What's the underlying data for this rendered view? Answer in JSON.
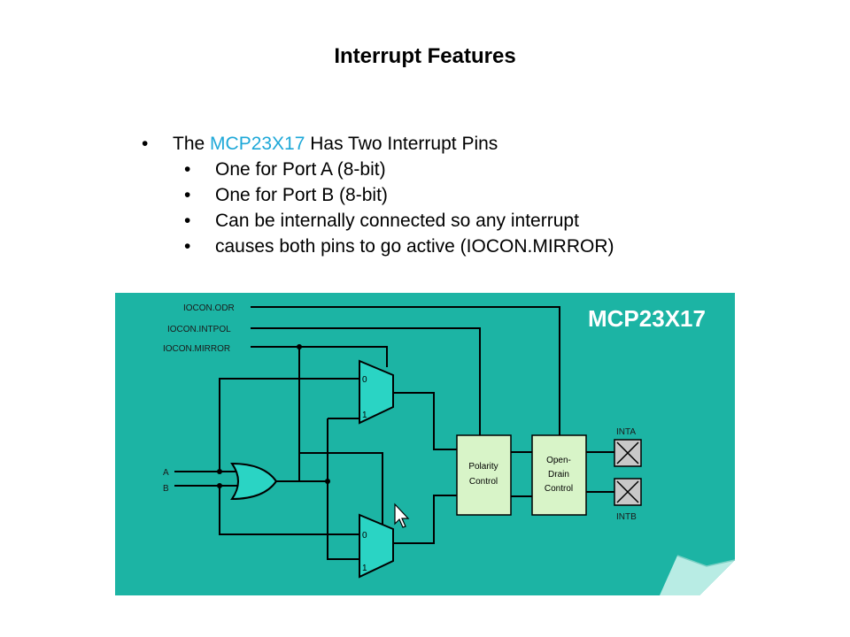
{
  "slide": {
    "title": "Interrupt Features",
    "bullet_main": {
      "prefix": "The ",
      "highlight": "MCP23X17",
      "suffix": " Has Two Interrupt Pins"
    },
    "sub_bullets": [
      "One for Port A (8-bit)",
      "One for Port B (8-bit)",
      "Can be internally connected so any interrupt",
      "causes both pins to go active (IOCON.MIRROR)"
    ]
  },
  "diagram": {
    "chip_name": "MCP23X17",
    "signals": {
      "iocon_odr": "IOCON.ODR",
      "iocon_intpol": "IOCON.INTPOL",
      "iocon_mirror": "IOCON.MIRROR"
    },
    "inputs": {
      "a": "A",
      "b": "B"
    },
    "mux_labels": {
      "zero": "0",
      "one": "1"
    },
    "blocks": {
      "polarity_line1": "Polarity",
      "polarity_line2": "Control",
      "drain_line1": "Open-",
      "drain_line2": "Drain",
      "drain_line3": "Control"
    },
    "outputs": {
      "inta": "INTA",
      "intb": "INTB"
    },
    "colors": {
      "panel": "#1cb4a4",
      "block": "#d8f4c8",
      "mux": "#2ad4c4"
    }
  }
}
